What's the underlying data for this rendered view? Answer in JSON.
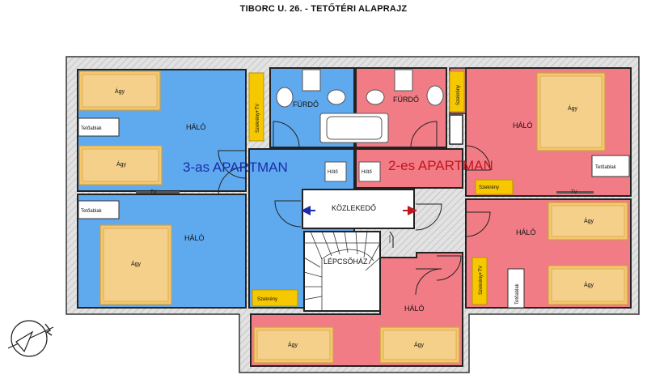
{
  "title": "TIBORC U. 26. - TETŐTÉRI ALAPRAJZ",
  "apartments": {
    "blue": "3-as APARTMAN",
    "red": "2-es APARTMAN"
  },
  "rooms": {
    "halo": "HÁLÓ",
    "furdo": "FÜRDŐ",
    "kozlekedo": "KÖZLEKEDŐ",
    "lepcsohaz": "LÉPCSŐHÁZ"
  },
  "furniture": {
    "bed": "Ágy",
    "skylight": "Tetőablak",
    "fridge": "Hűtő",
    "closet": "Szekrény",
    "closet_tv": "Szekrény+TV",
    "tv": "TV"
  },
  "colors": {
    "blue_apartment": "#5fa9ef",
    "red_apartment": "#f27c86",
    "beds": "#f6c86a",
    "closets": "#f6c800"
  }
}
